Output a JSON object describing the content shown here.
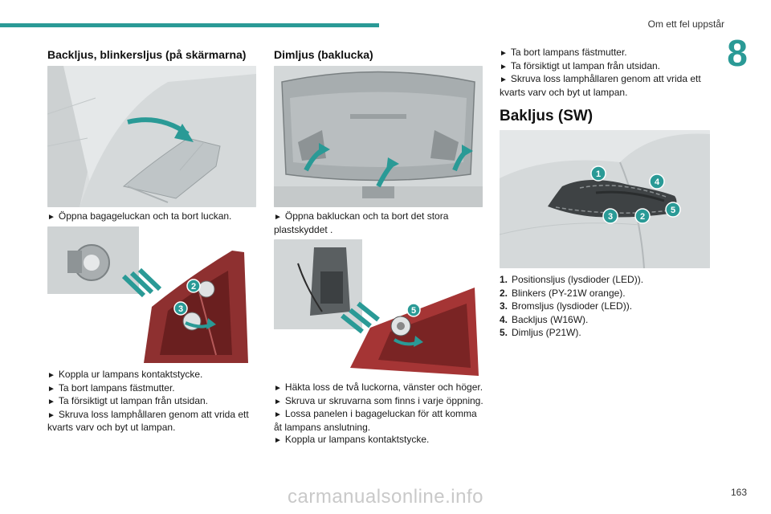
{
  "header": {
    "running_head": "Om ett fel uppstår",
    "chapter": "8",
    "accent_color": "#2a9a96"
  },
  "col1": {
    "title": "Backljus, blinkersljus (på skärmarna)",
    "step1": "Öppna bagageluckan och ta bort luckan.",
    "steps2": [
      "Koppla ur lampans kontaktstycke.",
      "Ta bort lampans fästmutter.",
      "Ta försiktigt ut lampan från utsidan.",
      "Skruva loss lamphållaren genom att vrida ett kvarts varv och byt ut lampan."
    ],
    "callouts": [
      "2",
      "3"
    ]
  },
  "col2": {
    "title": "Dimljus (baklucka)",
    "step1": "Öppna bakluckan och ta bort det stora plastskyddet .",
    "steps2": [
      "Häkta loss de två luckorna, vänster och höger.",
      "Skruva ur skruvarna som finns i varje öppning.",
      "Lossa panelen i bagageluckan för att komma åt lampans anslutning.",
      "Koppla ur lampans kontaktstycke."
    ],
    "callouts": [
      "5"
    ]
  },
  "col3": {
    "steps": [
      "Ta bort lampans fästmutter.",
      "Ta försiktigt ut lampan från utsidan.",
      "Skruva loss lamphållaren genom att vrida ett kvarts varv och byt ut lampan."
    ],
    "heading": "Bakljus (SW)",
    "callouts": [
      "1",
      "4",
      "3",
      "2",
      "5"
    ],
    "legend": [
      {
        "n": "1.",
        "text": "Positionsljus (lysdioder (LED))."
      },
      {
        "n": "2.",
        "text": "Blinkers (PY-21W orange)."
      },
      {
        "n": "3.",
        "text": "Bromsljus (lysdioder (LED))."
      },
      {
        "n": "4.",
        "text": "Backljus (W16W)."
      },
      {
        "n": "5.",
        "text": "Dimljus (P21W)."
      }
    ]
  },
  "arrow_glyph": "►",
  "page_number": "163",
  "watermark": "carmanualsonline.info"
}
